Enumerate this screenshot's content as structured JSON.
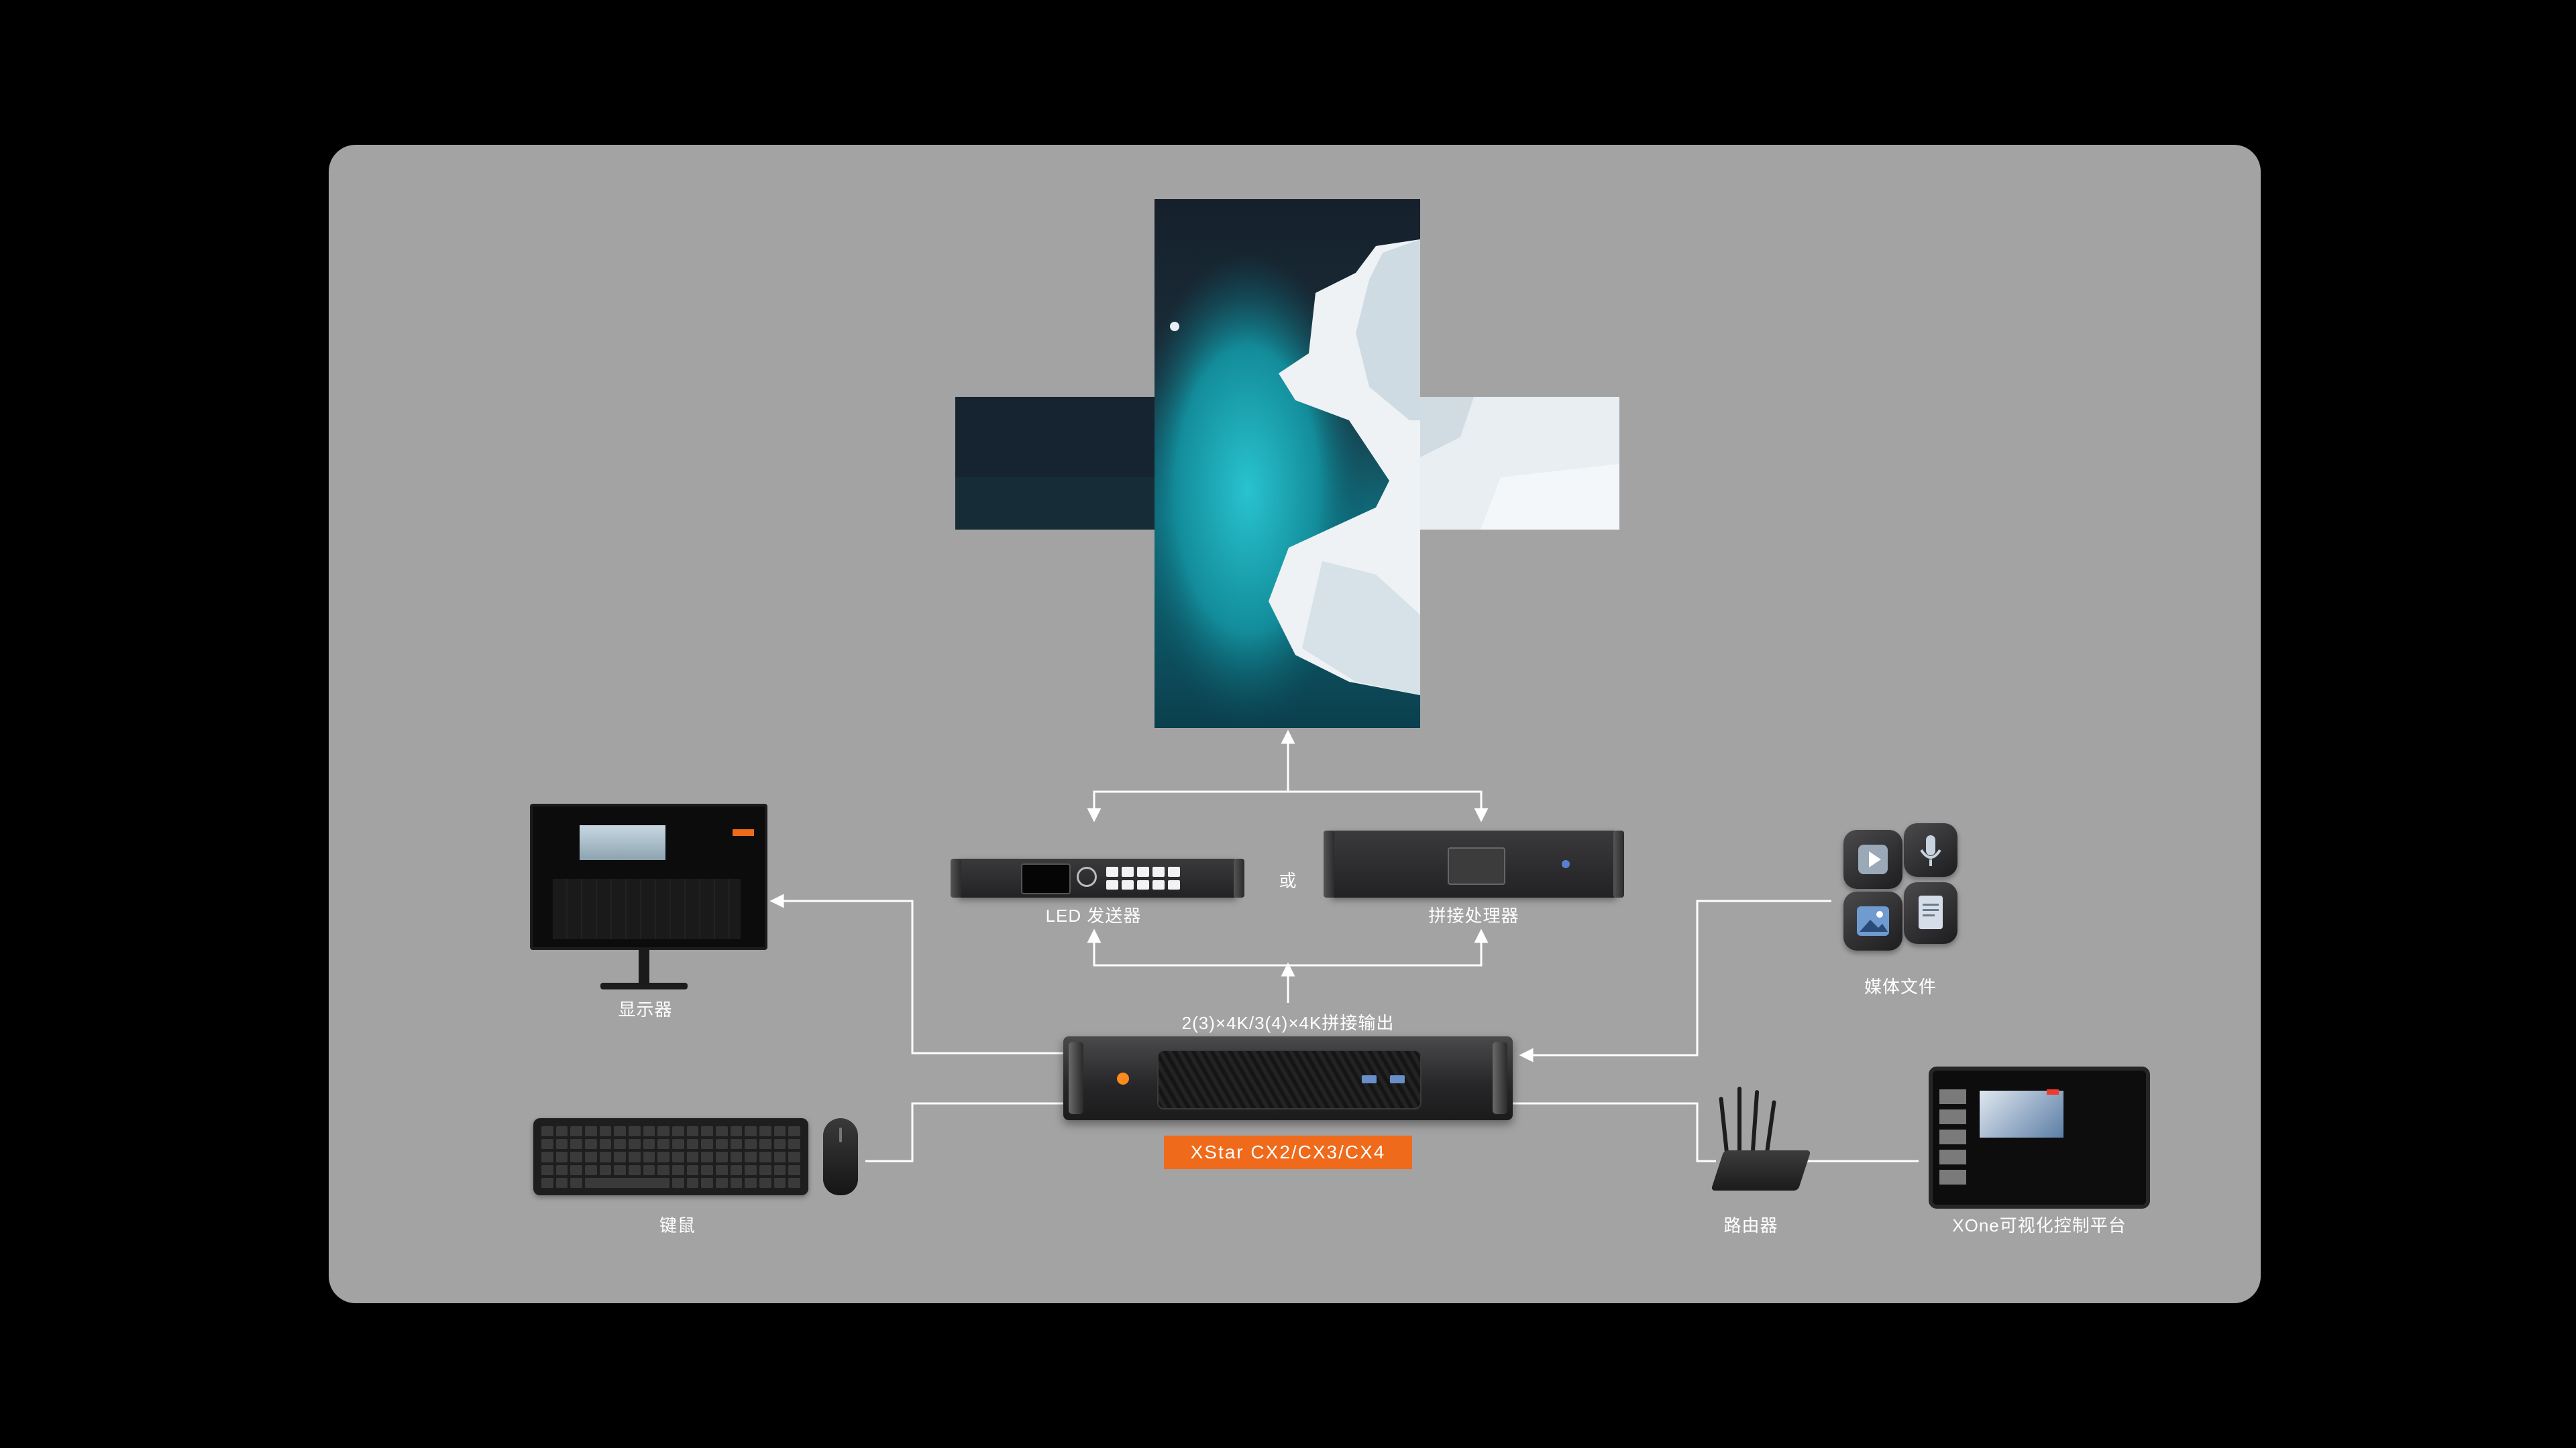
{
  "colors": {
    "background": "#000000",
    "panel": "#a3a3a3",
    "connector": "#ffffff",
    "accent": "#ef6a1b"
  },
  "nodes": {
    "led_sender": {
      "label": "LED 发送器"
    },
    "or_text": "或",
    "splicing_processor": {
      "label": "拼接处理器"
    },
    "output_caption": "2(3)×4K/3(4)×4K拼接输出",
    "main_unit": {
      "model": "XStar CX2/CX3/CX4"
    },
    "monitor": {
      "label": "显示器"
    },
    "keyboard_mouse": {
      "label": "键鼠"
    },
    "media_files": {
      "label": "媒体文件"
    },
    "router": {
      "label": "路由器"
    },
    "platform": {
      "label": "XOne可视化控制平台"
    }
  },
  "icons": [
    "led-wall-image",
    "led-sender-device",
    "splicing-processor-device",
    "main-unit-device",
    "monitor-icon",
    "keyboard-icon",
    "mouse-icon",
    "router-icon",
    "tablet-icon",
    "media-video-icon",
    "media-mic-icon",
    "media-image-icon",
    "media-doc-icon"
  ]
}
